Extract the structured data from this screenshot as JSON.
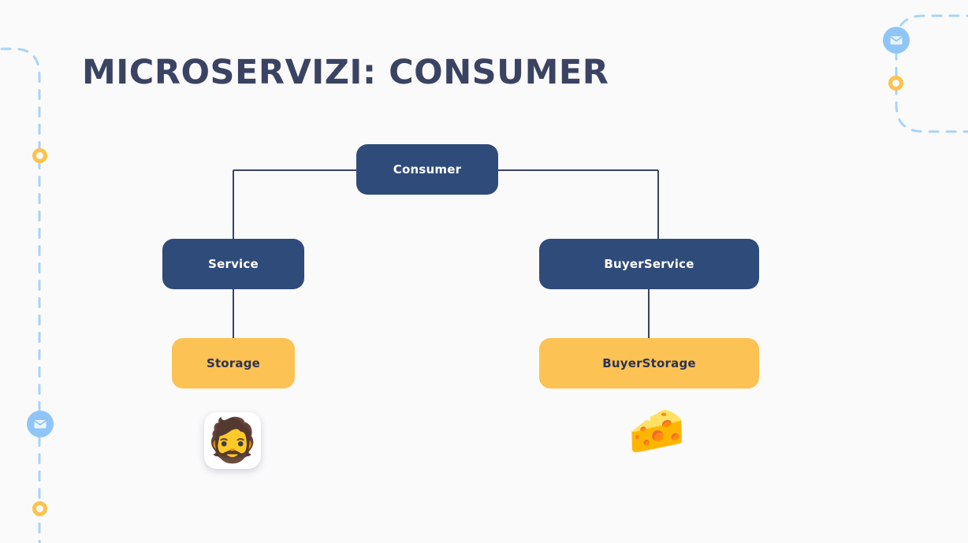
{
  "slide": {
    "title": "MICROSERVIZI: CONSUMER",
    "background_color": "#FAFAFA",
    "title_color": "#3B4363"
  },
  "theme": {
    "navy": "#2F4B79",
    "amber": "#FDC254",
    "amber_ring": "#FDC24E",
    "light_blue": "#8FC6F7",
    "dashed_line": "#A8D4F7",
    "connector": "#3B4363",
    "node_text_light": "#FFFFFF",
    "node_text_dark": "#2B3252"
  },
  "diagram": {
    "type": "tree",
    "nodes": [
      {
        "id": "consumer",
        "label": "Consumer",
        "style": "navy"
      },
      {
        "id": "service",
        "label": "Service",
        "style": "navy"
      },
      {
        "id": "buyerservice",
        "label": "BuyerService",
        "style": "navy"
      },
      {
        "id": "storage",
        "label": "Storage",
        "style": "amber"
      },
      {
        "id": "buyerstorage",
        "label": "BuyerStorage",
        "style": "amber"
      }
    ],
    "edges": [
      {
        "from": "consumer",
        "to": "service"
      },
      {
        "from": "consumer",
        "to": "buyerservice"
      },
      {
        "from": "service",
        "to": "storage"
      },
      {
        "from": "buyerservice",
        "to": "buyerstorage"
      }
    ]
  },
  "illustrations": [
    {
      "id": "person",
      "icon": "bearded-person-emoji",
      "glyph": "🧔",
      "under": "storage"
    },
    {
      "id": "cheese",
      "icon": "cheese-wedge-emoji",
      "glyph": "🧀",
      "under": "buyerstorage"
    }
  ],
  "decorations": [
    {
      "id": "mail-left",
      "icon": "mail-icon"
    },
    {
      "id": "mail-right",
      "icon": "mail-icon"
    },
    {
      "id": "ring-left-top",
      "icon": "ring-dot-icon"
    },
    {
      "id": "ring-left-bottom",
      "icon": "ring-dot-icon"
    },
    {
      "id": "ring-right",
      "icon": "ring-dot-icon"
    }
  ]
}
